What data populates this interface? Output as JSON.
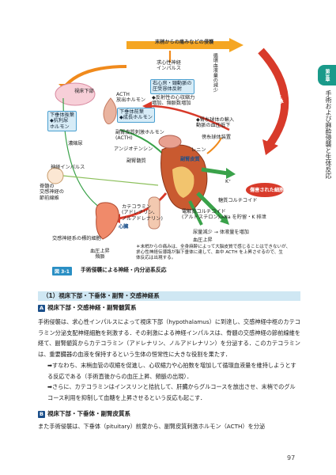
{
  "side": {
    "chapter": "第3章",
    "title": "手術および麻酔侵襲と生体反応"
  },
  "diagram": {
    "top_banner": "末梢からの痛みなどの侵襲",
    "red_label": "出血などの侵襲",
    "nerve_impulse": "求心性神経\nインパルス",
    "vertical_circ": "循環血液量の減少",
    "hypothalamus": "視床下部",
    "acth_release": "ACTH\n放出ホルモン",
    "heart_box": "右心房・頸動脈の\n圧受容体反射",
    "heart_notes": "◆反射性の心収縮力\n増加、頻脈数増加",
    "pit_post": "下垂体後葉\n◆抗利尿\nホルモン",
    "pit_ant": "下垂体前葉\n◆成長ホルモン",
    "acth": "副腎皮質刺激ホルモン\n(ACTH)",
    "kidney_flow": "◆腎糸球体の輸入\n動脈の血圧低下",
    "juxta": "傍糸球体装置",
    "renin": "レニン",
    "angio": "アンジオテンシン",
    "concentrate": "濃縮尿",
    "nerve_imp2": "神経インパルス",
    "medulla": "副腎髄質",
    "cortex": "副腎皮質",
    "k_plus": "K⁺",
    "damaged": "傷害された細胞",
    "gluco": "糖質コルチコイド",
    "catechol": "カテコラミン\n(アドレナリン、\nノルアドレナリン)",
    "mineral": "電解質コルチコイド\n(アルドステロン)→Na を貯留・K 排泄",
    "spinal": "脊髄の\n交感神経の\n節前線維",
    "heart": "心臓",
    "sympa": "交感神経系の標的細胞",
    "urine": "尿量減少 → 体液量を増加",
    "bp_up": "血圧上昇",
    "bp_up2": "血圧上昇\n頻脈",
    "note": "＊末梢からの痛みは、全身麻酔によって大脳皮質で感じることはできないが、\n求心性神経伝導路が脳下垂体に達して、血中 ACTH を上昇させるので、生\n体反応は出現する。",
    "fig_no": "図 3-1",
    "fig_caption": "手術侵襲による神経・内分泌系反応"
  },
  "sections": {
    "s1_title": "（1）視床下部・下垂体・副腎・交感神経系",
    "a_badge": "A",
    "a_title": "視床下部・交感神経・副腎髄質系",
    "a_para": "手術侵襲は、求心性インパルスによって視床下部（hypothalamus）に到達し、交感神経中枢のカテコラミン分泌支配神経細胞を刺激する．その刺激による神経インパルスは、脊髄の交感神経の節前線維を経て、副腎髄質からカテコラミン（アドレナリン、ノルアドレナリン）を分泌する．このカテコラミンは、重要臓器の血液を保持するという生体の恒常性に大きな役割を果たす．",
    "a_b1": "➡すなわち、末梢血管の収縮を促進し、心収縮力や心拍数を増加して循環血液量を維持しようとする反応である（手術直後からの血圧上昇、頻脈の出現）．",
    "a_b2": "➡さらに、カテコラミンはインスリンと拮抗して、肝臓からグルコースを放出させ、末梢でのグルコース利用を抑制して血糖を上昇させるという反応も起こす．",
    "b_badge": "B",
    "b_title": "視床下部・下垂体・副腎皮質系",
    "b_para": "また手術侵襲は、下垂体（pituitary）前葉から、副腎皮質刺激ホルモン（ACTH）を分泌"
  },
  "page_number": "97",
  "colors": {
    "accent_blue": "#2a8fc4",
    "tab_green": "#1a9a8a",
    "alert_red": "#d83a2a",
    "banner_orange": "#f5a623"
  }
}
